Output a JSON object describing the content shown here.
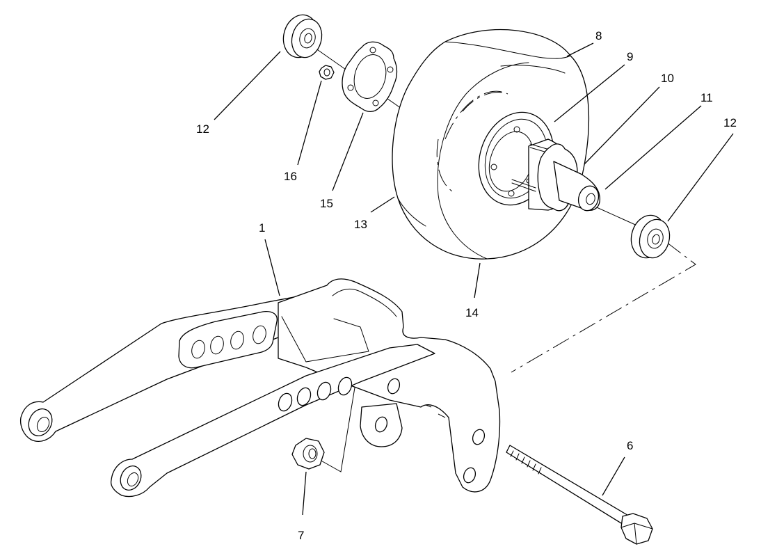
{
  "callouts": {
    "c1": "1",
    "c6": "6",
    "c7": "7",
    "c8": "8",
    "c9": "9",
    "c10": "10",
    "c11": "11",
    "c12a": "12",
    "c12b": "12",
    "c13": "13",
    "c14": "14",
    "c15": "15",
    "c16": "16"
  },
  "colors": {
    "line": "#000000",
    "background": "#ffffff"
  }
}
